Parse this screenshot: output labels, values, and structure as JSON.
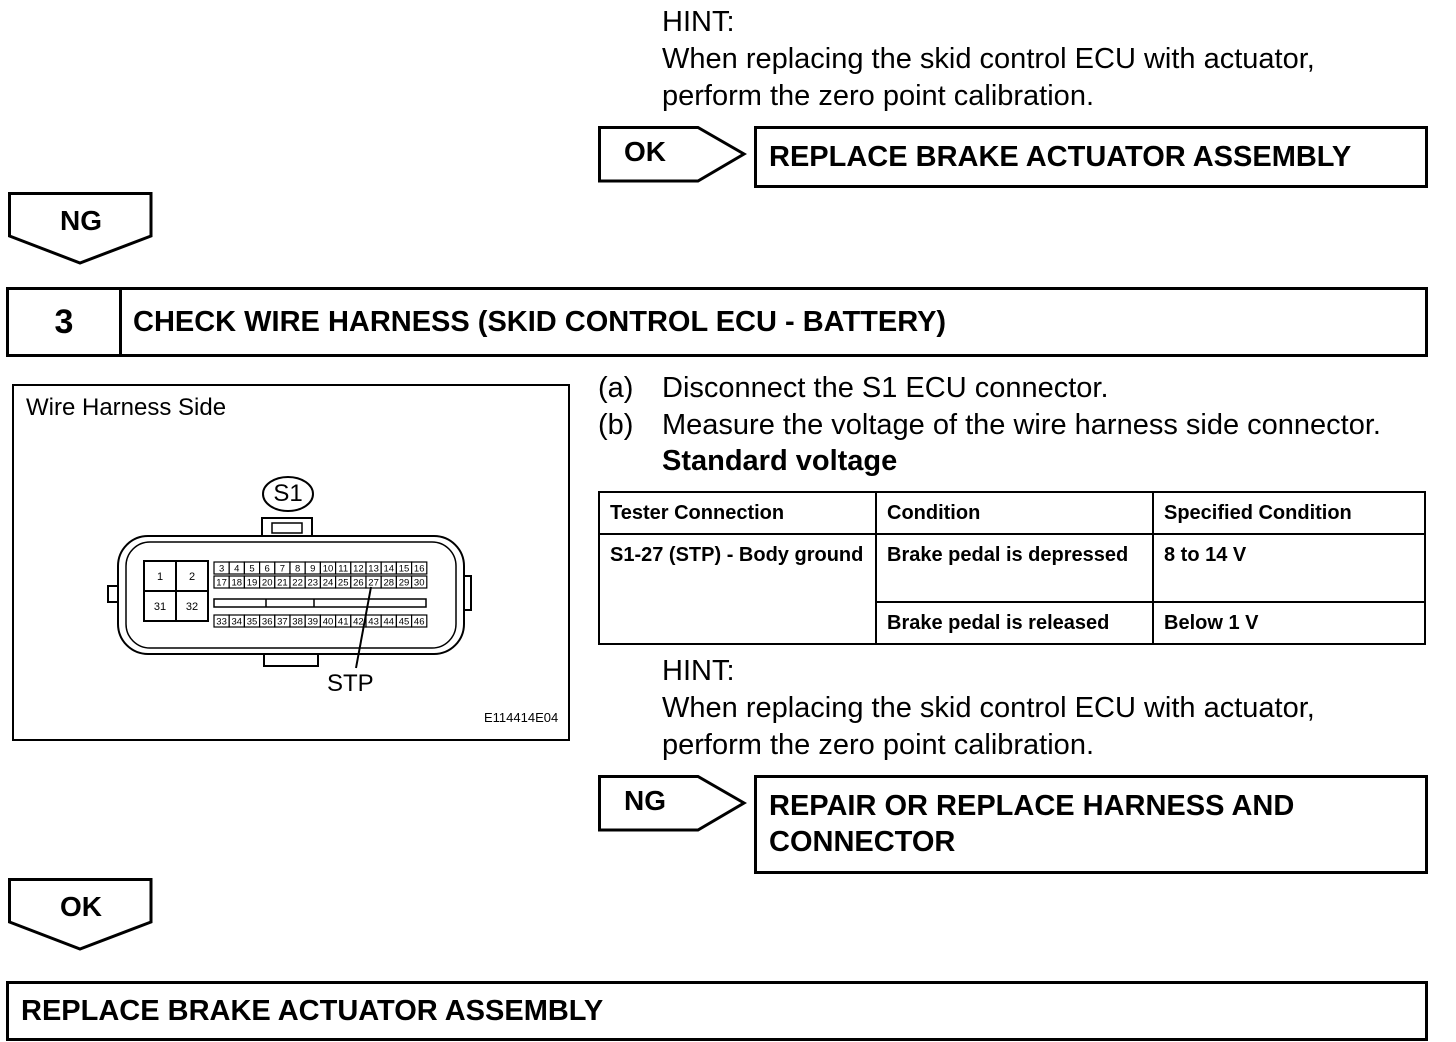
{
  "hint1": {
    "label": "HINT:",
    "line1": "When replacing the skid control ECU with actuator,",
    "line2": "perform the zero point calibration."
  },
  "ok1": {
    "label": "OK",
    "result": "REPLACE BRAKE ACTUATOR ASSEMBLY"
  },
  "ng1": {
    "label": "NG"
  },
  "step3": {
    "number": "3",
    "title": "CHECK WIRE HARNESS (SKID CONTROL ECU - BATTERY)"
  },
  "figure": {
    "title": "Wire Harness Side",
    "connector": "S1",
    "pin_label": "STP",
    "figure_id": "E114414E04",
    "pins_left": [
      "1",
      "2",
      "31",
      "32"
    ],
    "pins_top": [
      "3",
      "4",
      "5",
      "6",
      "7",
      "8",
      "9",
      "10",
      "11",
      "12",
      "13",
      "14",
      "15",
      "16"
    ],
    "pins_mid": [
      "17",
      "18",
      "19",
      "20",
      "21",
      "22",
      "23",
      "24",
      "25",
      "26",
      "27",
      "28",
      "29",
      "30"
    ],
    "pins_bot": [
      "33",
      "34",
      "35",
      "36",
      "37",
      "38",
      "39",
      "40",
      "41",
      "42",
      "43",
      "44",
      "45",
      "46"
    ]
  },
  "instructions": {
    "a_marker": "(a)",
    "a_text": "Disconnect the S1 ECU connector.",
    "b_marker": "(b)",
    "b_text": "Measure the voltage of the wire harness side connector.",
    "std_label": "Standard voltage"
  },
  "table": {
    "headers": [
      "Tester Connection",
      "Condition",
      "Specified Condition"
    ],
    "connection": "S1-27 (STP) - Body ground",
    "rows": [
      {
        "condition": "Brake pedal is depressed",
        "spec": "8 to 14 V"
      },
      {
        "condition": "Brake pedal is released",
        "spec": "Below 1 V"
      }
    ]
  },
  "hint2": {
    "label": "HINT:",
    "line1": "When replacing the skid control ECU with actuator,",
    "line2": "perform the zero point calibration."
  },
  "ng2": {
    "label": "NG",
    "result_line1": "REPAIR OR REPLACE HARNESS AND",
    "result_line2": "CONNECTOR"
  },
  "ok2": {
    "label": "OK"
  },
  "final": {
    "result": "REPLACE BRAKE ACTUATOR ASSEMBLY"
  }
}
